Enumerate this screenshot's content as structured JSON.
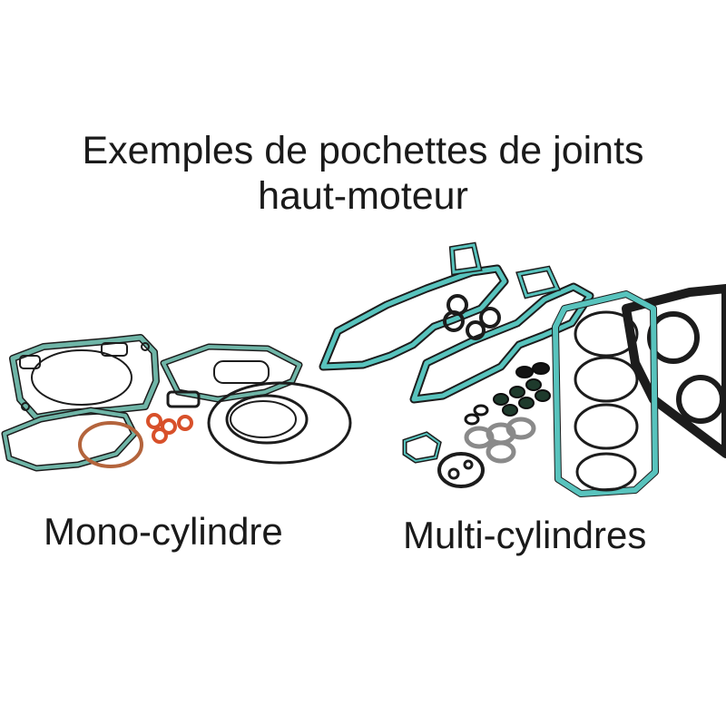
{
  "heading": {
    "line1": "Exemples de pochettes de joints",
    "line2": "haut-moteur"
  },
  "labels": {
    "mono": "Mono-cylindre",
    "multi": "Multi-cylindres"
  },
  "colors": {
    "gasket_green": "#6fb5a7",
    "gasket_teal": "#58c3bd",
    "gasket_dark": "#1c1c1c",
    "seal_orange": "#d8502a",
    "seal_copper": "#b4643c",
    "metal_steel": "#8a8a8a"
  }
}
